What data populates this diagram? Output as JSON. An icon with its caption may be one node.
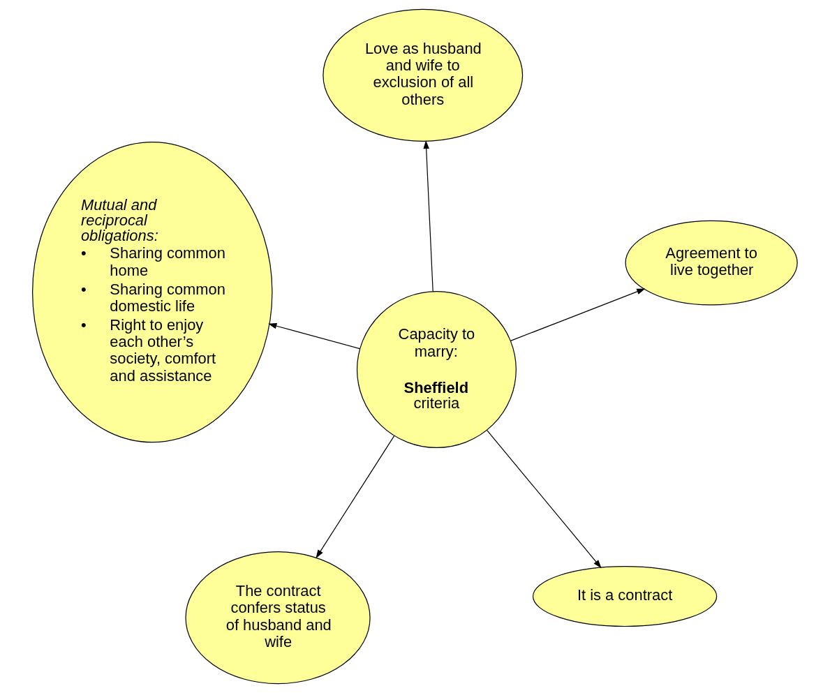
{
  "diagram": {
    "nodes": [
      {
        "text": [
          "Capacity to marry:",
          "**Sheffield** criteria"
        ]
      },
      {
        "text": [
          "It is a contract"
        ]
      },
      {
        "text": [
          "The contract confers status of husband and wife"
        ]
      },
      {
        "text": [
          "Mutual and reciprocal obligations:",
          "• Sharing common home",
          "• Sharing common domestic life",
          "• Right to enjoy each other’s society, comfort and assistance"
        ]
      },
      {
        "text": [
          "Agreement to live together"
        ]
      },
      {
        "text": [
          "Love as husband and wife to exclusion of all others"
        ]
      }
    ],
    "edges": [
      {
        "from": 0,
        "to": 1,
        "arrow": "to"
      },
      {
        "from": 0,
        "to": 2,
        "arrow": "to"
      },
      {
        "from": 0,
        "to": 3,
        "arrow": "to"
      },
      {
        "from": 0,
        "to": 4,
        "arrow": "to"
      },
      {
        "from": 0,
        "to": 5,
        "arrow": "to"
      }
    ]
  }
}
